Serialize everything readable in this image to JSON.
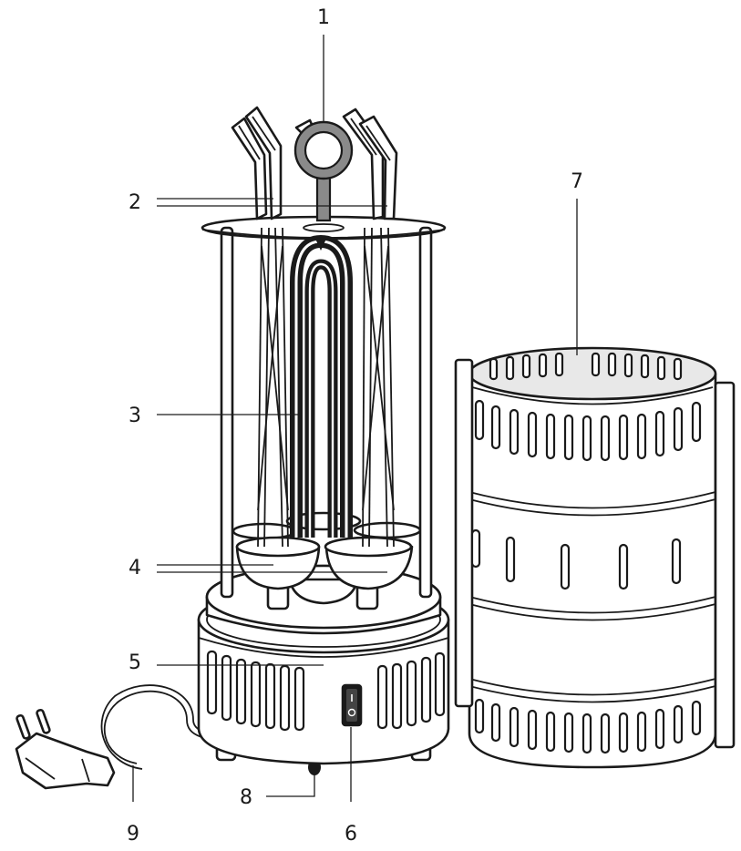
{
  "callouts": [
    {
      "id": "1",
      "text": "1"
    },
    {
      "id": "2",
      "text": "2"
    },
    {
      "id": "3",
      "text": "3"
    },
    {
      "id": "4",
      "text": "4"
    },
    {
      "id": "5",
      "text": "5"
    },
    {
      "id": "6",
      "text": "6"
    },
    {
      "id": "7",
      "text": "7"
    },
    {
      "id": "8",
      "text": "8"
    },
    {
      "id": "9",
      "text": "9"
    }
  ],
  "colors": {
    "line": "#1a1a1a",
    "handle_grey": "#8a8a8a",
    "inner_shade": "#e8e8e8",
    "heater": "#1a1a1a",
    "background": "#ffffff"
  }
}
